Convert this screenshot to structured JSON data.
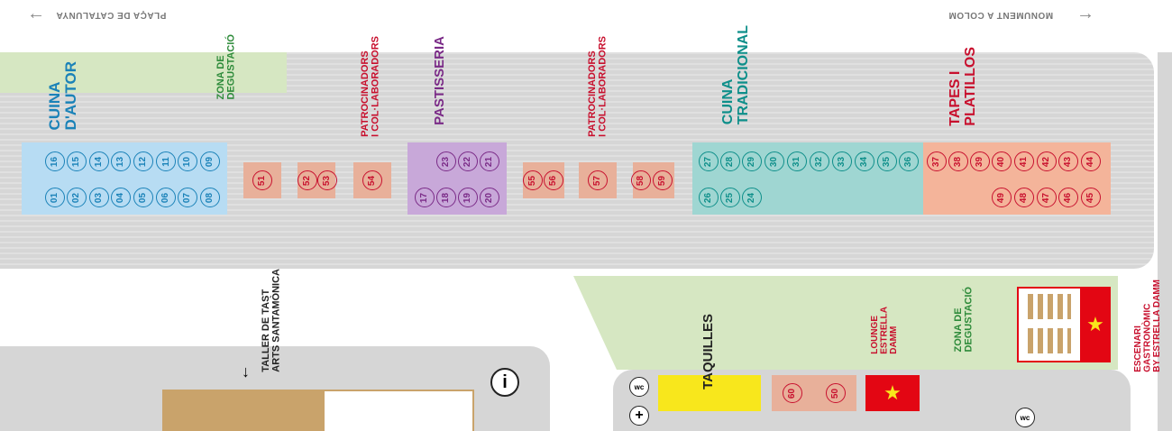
{
  "top_labels": {
    "left": "PLAÇA DE CATALUNYA",
    "right": "MONUMENT A COLOM"
  },
  "zones": {
    "cuina_autor": [
      "CUINA",
      "D'AUTOR"
    ],
    "zona_degustacio_top": [
      "ZONA DE",
      "DEGUSTACIÓ"
    ],
    "patrocinadors_1": [
      "PATROCINADORS",
      "I COL·LABORADORS"
    ],
    "pastisseria": [
      "PASTISSERIA"
    ],
    "patrocinadors_2": [
      "PATROCINADORS",
      "I COL·LABORADORS"
    ],
    "cuina_tradicional": [
      "CUINA",
      "TRADICIONAL"
    ],
    "tapes": [
      "TAPES I",
      "PLATILLOS"
    ],
    "taller": [
      "TALLER DE TAST",
      "ARTS SANTAMÒNICA"
    ],
    "taquilles": "TAQUILLES",
    "lounge": [
      "LOUNGE",
      "ESTRELLA",
      "DAMM"
    ],
    "zona_degustacio_bottom": [
      "ZONA DE",
      "DEGUSTACIÓ"
    ],
    "escenari": [
      "ESCENARI",
      "GASTRONÒMIC",
      "BY ESTRELLA DAMM"
    ]
  },
  "icons": {
    "info": "i",
    "wc": "wc",
    "first_aid": "+"
  },
  "stalls": {
    "autor_top": [
      "16",
      "15",
      "14",
      "13",
      "12",
      "11",
      "10",
      "09"
    ],
    "autor_bottom": [
      "01",
      "02",
      "03",
      "04",
      "05",
      "06",
      "07",
      "08"
    ],
    "p51": "51",
    "p52": "52",
    "p53": "53",
    "p54": "54",
    "past_top": [
      "23",
      "22",
      "21"
    ],
    "past_bottom": [
      "17",
      "18",
      "19",
      "20"
    ],
    "p55": "55",
    "p56": "56",
    "p57": "57",
    "p58": "58",
    "p59": "59",
    "trad_top": [
      "27",
      "28",
      "29",
      "30",
      "31",
      "32",
      "33",
      "34",
      "35",
      "36"
    ],
    "trad_bottom": [
      "26",
      "25",
      "24"
    ],
    "tapes_top": [
      "37",
      "38",
      "39",
      "40",
      "41",
      "42",
      "43",
      "44"
    ],
    "tapes_bottom": [
      "49",
      "48",
      "47",
      "46",
      "45"
    ],
    "p60": "60",
    "p50": "50"
  },
  "colors": {
    "blue": "#1a82b8",
    "purple": "#7a2a87",
    "red": "#c8102e",
    "teal": "#0e8f8a",
    "green": "#2e8b3a",
    "yellow": "#f8e71c"
  }
}
